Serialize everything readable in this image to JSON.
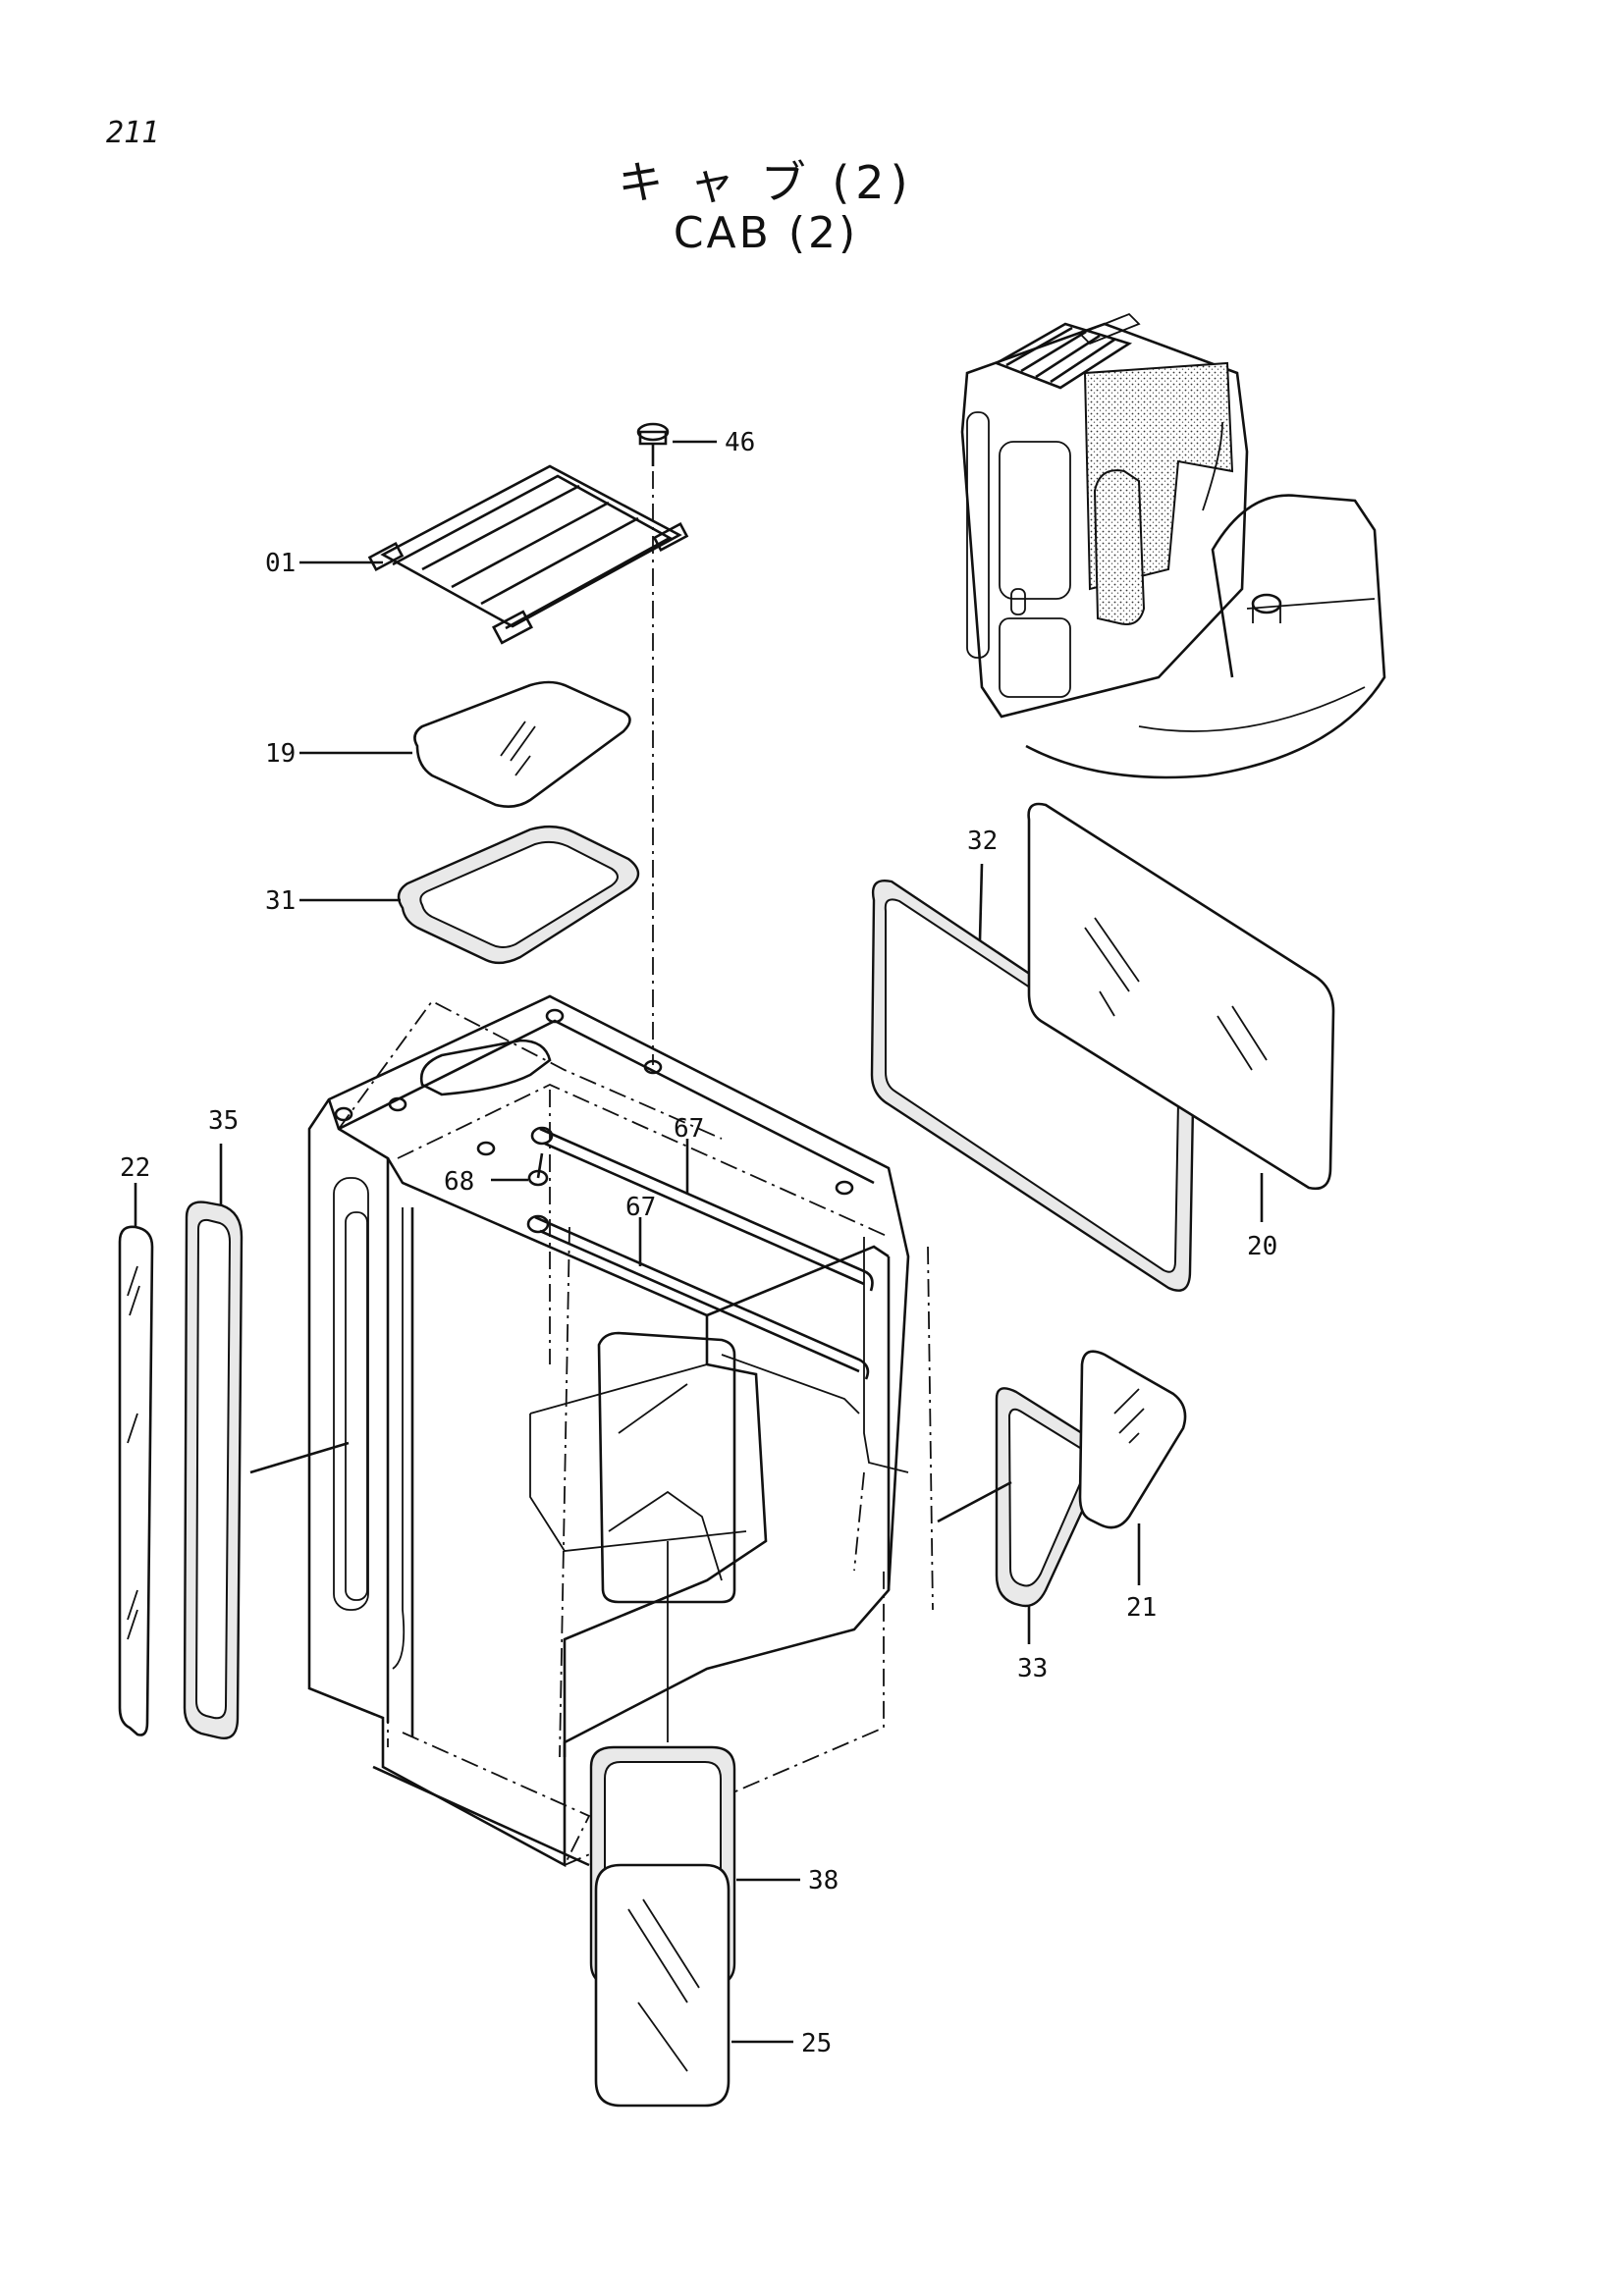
{
  "page": {
    "number": "211"
  },
  "title": {
    "japanese": "キ ャ ブ (2)",
    "english": "CAB (2)"
  },
  "callouts": [
    {
      "id": "01"
    },
    {
      "id": "19"
    },
    {
      "id": "31"
    },
    {
      "id": "46"
    },
    {
      "id": "22"
    },
    {
      "id": "35"
    },
    {
      "id": "67"
    },
    {
      "id": "67"
    },
    {
      "id": "68"
    },
    {
      "id": "32"
    },
    {
      "id": "20"
    },
    {
      "id": "21"
    },
    {
      "id": "33"
    },
    {
      "id": "38"
    },
    {
      "id": "25"
    }
  ]
}
